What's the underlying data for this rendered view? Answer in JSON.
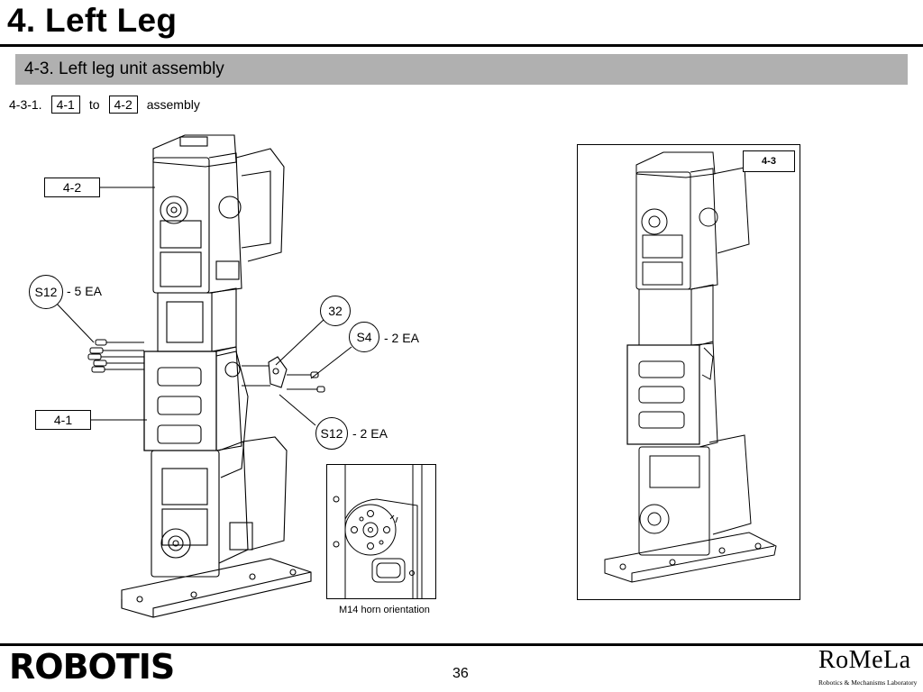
{
  "header": {
    "title": "4. Left Leg"
  },
  "section": {
    "title": "4-3. Left leg unit assembly"
  },
  "step": {
    "number": "4-3-1.",
    "from_ref": "4-1",
    "connector": "to",
    "to_ref": "4-2",
    "action": "assembly"
  },
  "callouts": {
    "part_upper": "4-2",
    "part_lower": "4-1",
    "s12_top": {
      "code": "S12",
      "qty": "- 5 EA"
    },
    "part_32": {
      "code": "32"
    },
    "s4": {
      "code": "S4",
      "qty": "- 2 EA"
    },
    "s12_bottom": {
      "code": "S12",
      "qty": "- 2 EA"
    }
  },
  "inset": {
    "caption": "M14 horn orientation"
  },
  "result": {
    "label": "4-3"
  },
  "footer": {
    "page_number": "36",
    "brand_left": "ROBOTIS",
    "brand_right": "RoMeLa",
    "brand_right_sub": "Robotics & Mechanisms Laboratory"
  }
}
